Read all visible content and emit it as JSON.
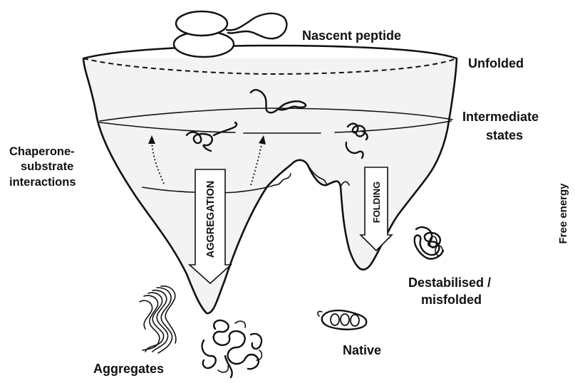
{
  "labels": {
    "nascent_peptide": "Nascent peptide",
    "unfolded": "Unfolded",
    "intermediate_line1": "Intermediate",
    "intermediate_line2": "states",
    "chaperone_line1": "Chaperone-",
    "chaperone_line2": "substrate",
    "chaperone_line3": "interactions",
    "free_energy": "Free energy",
    "aggregation": "AGGREGATION",
    "folding": "FOLDING",
    "destabilised_line1": "Destabilised /",
    "destabilised_line2": "misfolded",
    "native": "Native",
    "aggregates": "Aggregates"
  }
}
